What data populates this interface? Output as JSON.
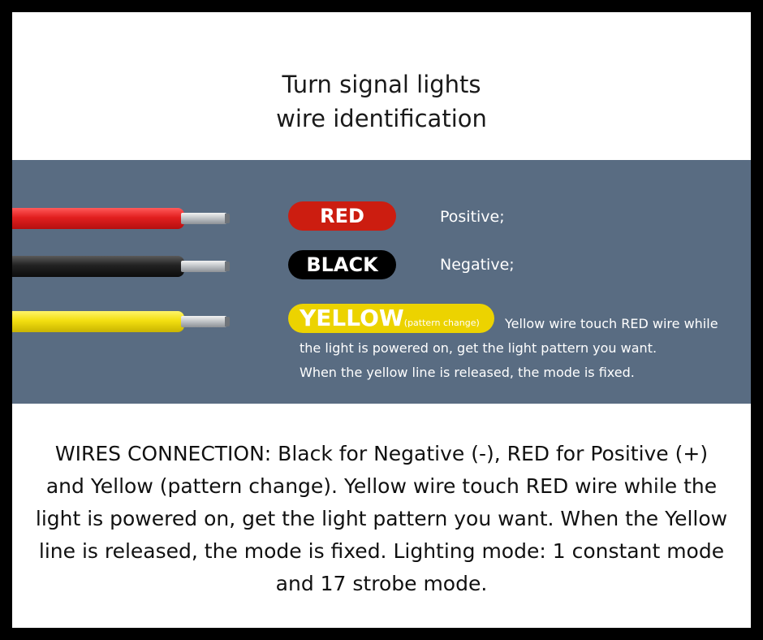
{
  "title": {
    "line1": "Turn signal lights",
    "line2": "wire identification"
  },
  "wires": [
    {
      "color": "#e21f1f",
      "label": "RED",
      "description": "Positive;"
    },
    {
      "color": "#1a1a1a",
      "label": "BLACK",
      "description": "Negative;"
    },
    {
      "color": "#f3df10",
      "label": "YELLOW",
      "label_suffix": "(pattern change)",
      "description_lines": [
        "Yellow wire touch RED wire while",
        "the light is powered on, get the light pattern you want.",
        "When the yellow line is released, the mode is fixed."
      ]
    }
  ],
  "body_text": "WIRES CONNECTION: Black for Negative (-), RED for Positive (+) and Yellow (pattern change). Yellow wire touch RED wire while the light is powered on, get the light pattern you want. When the Yellow line is released, the mode is fixed. Lighting mode: 1 constant mode and 17 strobe mode.",
  "colors": {
    "panel": "#596c82",
    "red_pill": "#cc1d10",
    "black_pill": "#000000",
    "yellow_pill": "#ecd300"
  }
}
